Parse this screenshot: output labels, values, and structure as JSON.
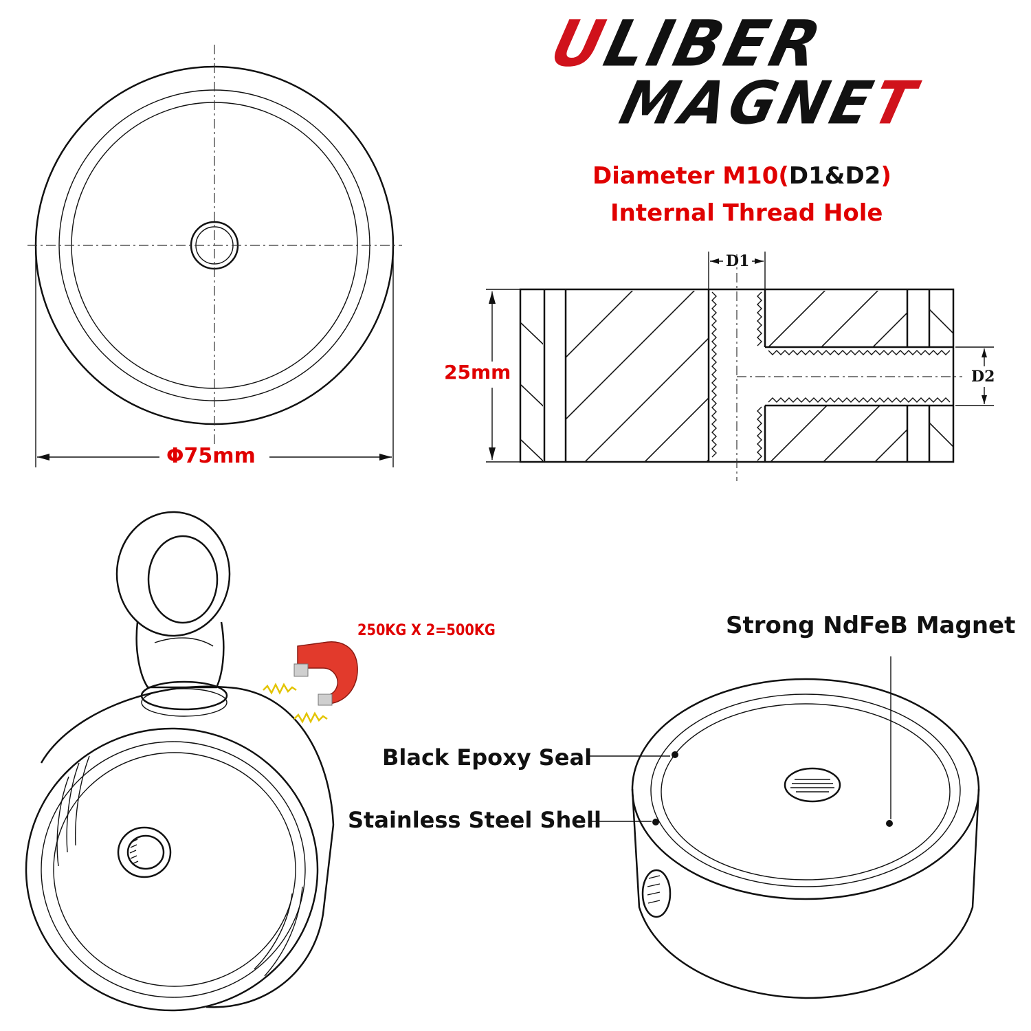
{
  "brand": {
    "line1_part1": "U",
    "line1_part2": "LIBER",
    "line2_part1": "MAGNE",
    "line2_part2": "T",
    "accent_color": "#d0121b"
  },
  "top_view": {
    "diameter_label": "Φ75mm"
  },
  "section_view": {
    "title_red_a": "Diameter M10(",
    "title_black": "D1&D2",
    "title_red_b": ")",
    "title_line2": "Internal Thread Hole",
    "height_label": "25mm",
    "d1_label": "D1",
    "d2_label": "D2"
  },
  "pull_force": {
    "label": "250KG X 2=500KG"
  },
  "callouts": {
    "magnet": "Strong NdFeB Magnet",
    "epoxy": "Black Epoxy Seal",
    "shell": "Stainless Steel Shell"
  },
  "colors": {
    "red_text": "#e00000",
    "line": "#111111",
    "magnet_red": "#e23a2c",
    "spring_yellow": "#e3c400"
  },
  "icons": [
    "horseshoe-magnet-icon",
    "spring-force-icon"
  ]
}
